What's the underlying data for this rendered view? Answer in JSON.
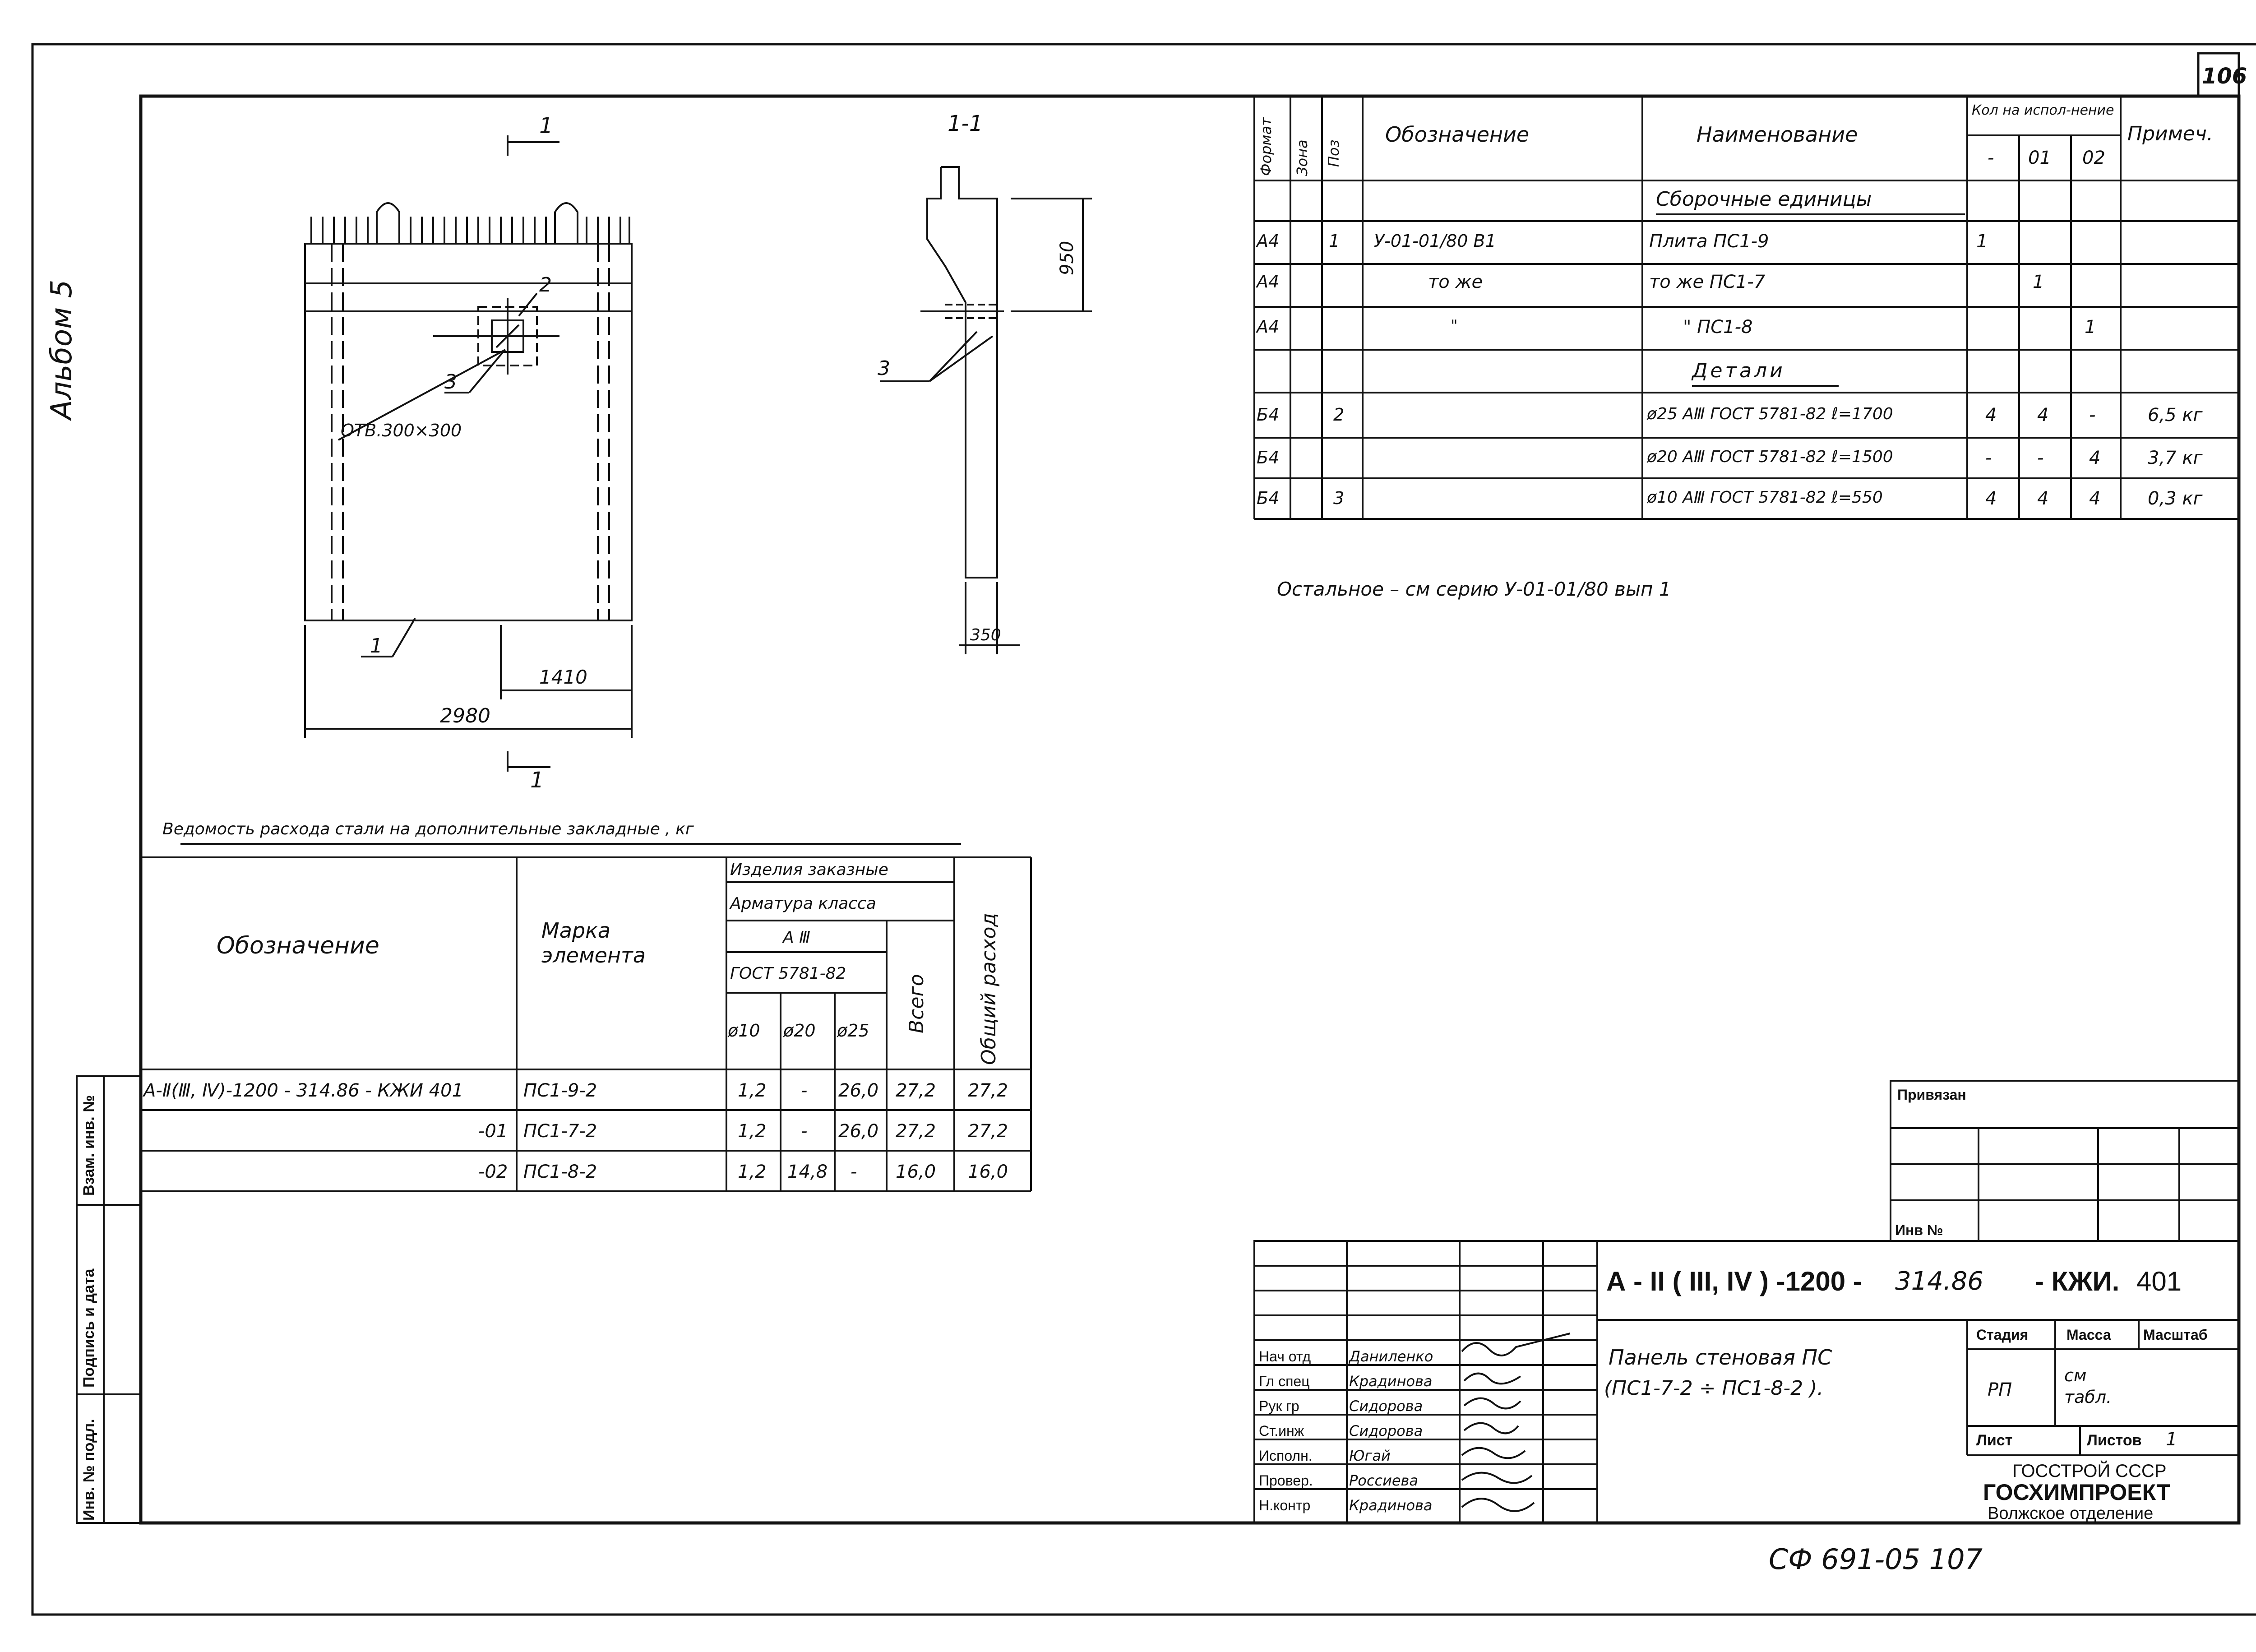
{
  "sheet": {
    "sheet_number": "106",
    "album_label": "Альбом 5",
    "bottom_code": "СФ 691-05 107"
  },
  "plan_view": {
    "section_mark_top": "1",
    "section_mark_bottom": "1",
    "callout_1": "1",
    "callout_2": "2",
    "callout_3": "3",
    "opening_label": "ОТВ.300×300",
    "dim_1410": "1410",
    "dim_2980": "2980"
  },
  "section_view": {
    "title": "1-1",
    "dim_950": "950",
    "dim_350": "350",
    "callout_3": "3"
  },
  "spec": {
    "headers": {
      "format": "Формат",
      "zone": "Зона",
      "pos": "Поз",
      "designation": "Обозначение",
      "name": "Наименование",
      "qty": "Кол на испол-нение",
      "qty_dash": "-",
      "qty_01": "01",
      "qty_02": "02",
      "note": "Примеч."
    },
    "section_assemblies": "Сборочные единицы",
    "section_details": "Детали",
    "rows": [
      {
        "format": "А4",
        "zone": "",
        "pos": "1",
        "designation": "У-01-01/80  В1",
        "name": "Плита  ПС1-9",
        "q0": "1",
        "q1": "",
        "q2": "",
        "note": ""
      },
      {
        "format": "А4",
        "zone": "",
        "pos": "",
        "designation": "то же",
        "name": "то же  ПС1-7",
        "q0": "",
        "q1": "1",
        "q2": "",
        "note": ""
      },
      {
        "format": "А4",
        "zone": "",
        "pos": "",
        "designation": "\"",
        "name": "\"   ПС1-8",
        "q0": "",
        "q1": "",
        "q2": "1",
        "note": ""
      },
      {
        "format": "Б4",
        "zone": "",
        "pos": "2",
        "designation": "",
        "name": "ø25 АⅢ ГОСТ 5781-82 ℓ=1700",
        "q0": "4",
        "q1": "4",
        "q2": "-",
        "note": "6,5 кг"
      },
      {
        "format": "Б4",
        "zone": "",
        "pos": "",
        "designation": "",
        "name": "ø20 АⅢ ГОСТ 5781-82 ℓ=1500",
        "q0": "-",
        "q1": "-",
        "q2": "4",
        "note": "3,7 кг"
      },
      {
        "format": "Б4",
        "zone": "",
        "pos": "3",
        "designation": "",
        "name": "ø10 АⅢ ГОСТ 5781-82 ℓ=550",
        "q0": "4",
        "q1": "4",
        "q2": "4",
        "note": "0,3 кг"
      }
    ],
    "note_below": "Остальное – см серию  У-01-01/80 вып 1"
  },
  "steel_table": {
    "title": "Ведомость   расхода   стали  на  дополнительные   закладные , кг",
    "headers": {
      "designation": "Обозначение",
      "mark": "Марка элемента",
      "products": "Изделия заказные",
      "rebar_class": "Арматура класса",
      "class": "А Ⅲ",
      "gost": "ГОСТ 5781-82",
      "d10": "ø10",
      "d20": "ø20",
      "d25": "ø25",
      "total": "Всего",
      "grand": "Общий расход"
    },
    "rows": [
      {
        "designation": "А-Ⅱ(Ⅲ, Ⅳ)-1200 - 314.86 - КЖИ 401",
        "mark": "ПС1-9-2",
        "d10": "1,2",
        "d20": "-",
        "d25": "26,0",
        "total": "27,2",
        "grand": "27,2"
      },
      {
        "designation": "-01",
        "mark": "ПС1-7-2",
        "d10": "1,2",
        "d20": "-",
        "d25": "26,0",
        "total": "27,2",
        "grand": "27,2"
      },
      {
        "designation": "-02",
        "mark": "ПС1-8-2",
        "d10": "1,2",
        "d20": "14,8",
        "d25": "-",
        "total": "16,0",
        "grand": "16,0"
      }
    ]
  },
  "side_stamp": {
    "vzam": "Взам. инв. №",
    "podpis": "Подпись и дата",
    "inv": "Инв. № подл."
  },
  "title_block": {
    "privyazan": "Привязан",
    "inv_no": "Инв №",
    "code_main": "А - II ( III, IV ) -1200 -",
    "code_num": "314.86",
    "code_suffix": "- КЖИ.",
    "code_sheet": "401",
    "title_line1": "Панель  стеновая  ПС",
    "title_line2": "(ПС1-7-2 ÷ ПС1-8-2 ).",
    "stage_label": "Стадия",
    "mass_label": "Масса",
    "scale_label": "Масштаб",
    "stage_value": "РП",
    "mass_value": "см табл.",
    "sheet_label": "Лист",
    "sheets_label": "Листов",
    "sheets_value": "1",
    "org1": "ГОССТРОЙ СССР",
    "org2": "ГОСХИМПРОЕКТ",
    "org3": "Волжское отделение",
    "signatures": [
      {
        "role": "Нач отд",
        "name": "Даниленко"
      },
      {
        "role": "Гл спец",
        "name": "Крадинова"
      },
      {
        "role": "Рук гр",
        "name": "Сидорова"
      },
      {
        "role": "Ст.инж",
        "name": "Сидорова"
      },
      {
        "role": "Исполн.",
        "name": "Югай"
      },
      {
        "role": "Провер.",
        "name": "Россиева"
      },
      {
        "role": "Н.контр",
        "name": "Крадинова"
      }
    ]
  }
}
